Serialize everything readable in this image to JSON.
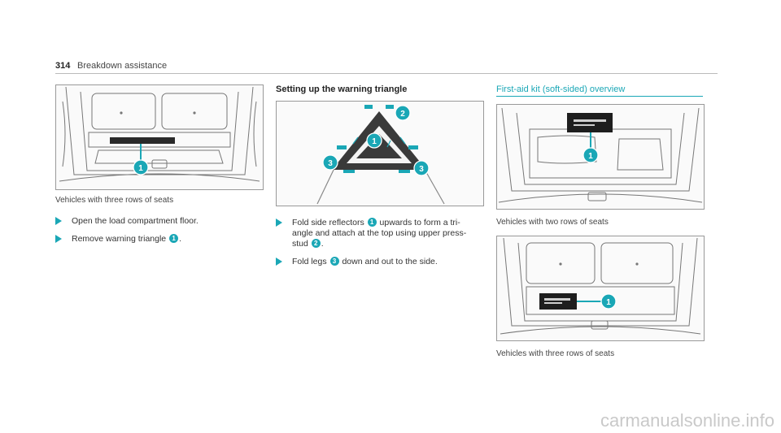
{
  "header": {
    "page_number": "314",
    "section": "Breakdown assistance"
  },
  "col1": {
    "caption": "Vehicles with three rows of seats",
    "callout_1": "1",
    "steps": [
      {
        "text": "Open the load compartment floor."
      },
      {
        "before": "Remove warning triangle ",
        "badge": "1",
        "after": "."
      }
    ]
  },
  "col2": {
    "title": "Setting up the warning triangle",
    "callouts": {
      "one": "1",
      "two": "2",
      "three": "3"
    },
    "steps": [
      {
        "line1_before": "Fold side reflectors ",
        "badge": "1",
        "line1_after": " upwards to form a tri-",
        "line2": "angle and attach at the top using upper press-",
        "line3_before": "stud ",
        "badge2": "2",
        "line3_after": "."
      },
      {
        "before": "Fold legs ",
        "badge": "3",
        "after": " down and out to the side."
      }
    ]
  },
  "col3": {
    "title": "First-aid kit (soft-sided) overview",
    "caption1": "Vehicles with two rows of seats",
    "caption2": "Vehicles with three rows of seats",
    "callout_1": "1"
  },
  "watermark": "carmanualsonline.info",
  "colors": {
    "accent": "#1aa7b6",
    "text": "#333333"
  }
}
